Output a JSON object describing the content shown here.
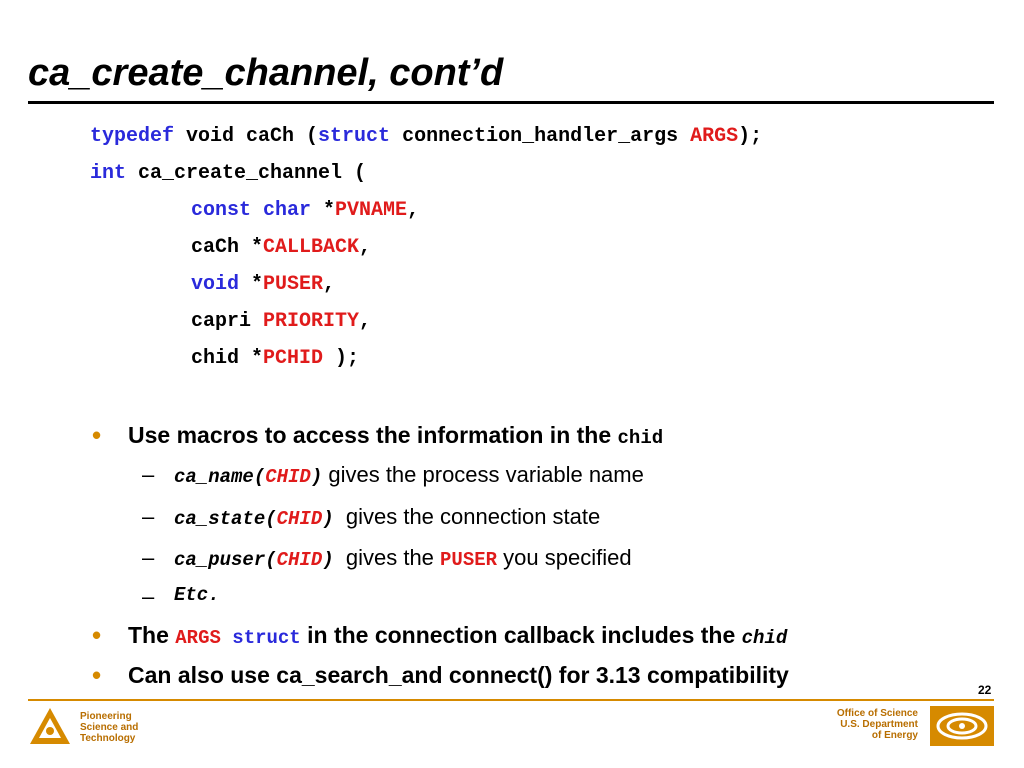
{
  "slide": {
    "title": "ca_create_channel, cont’d",
    "page_number": "22"
  },
  "code": {
    "l1": {
      "kw1": "typedef",
      "t1": " void caCh (",
      "kw2": "struct",
      "t2": " connection_handler_args ",
      "red": "ARGS",
      "t3": ");"
    },
    "l2": {
      "kw": "int",
      "t": " ca_create_channel ("
    },
    "l3": {
      "kw": "const char",
      "t1": " *",
      "red": "PVNAME",
      "t2": ","
    },
    "l4": {
      "t1": "caCh *",
      "red": "CALLBACK",
      "t2": ","
    },
    "l5": {
      "kw": "void",
      "t1": " *",
      "red": "PUSER",
      "t2": ","
    },
    "l6": {
      "t1": "capri ",
      "red": "PRIORITY",
      "t2": ","
    },
    "l7": {
      "t1": "chid *",
      "red": "PCHID",
      "t2": " );"
    }
  },
  "bullets": {
    "b1": {
      "text": "Use macros to access the information in the ",
      "mono": "chid"
    },
    "s1": {
      "fn": "ca_name(",
      "arg": "CHID",
      "close": ")",
      "text": " gives the process variable name"
    },
    "s2": {
      "fn": "ca_state(",
      "arg": "CHID",
      "close": ")",
      "text": "  gives the connection state"
    },
    "s3": {
      "fn": "ca_puser(",
      "arg": "CHID",
      "close": ")",
      "text1": "  gives the ",
      "red": "PUSER",
      "text2": " you specified"
    },
    "s4": {
      "text": "Etc."
    },
    "b2": {
      "t1": "The ",
      "red1": "ARGS",
      "kw": " struct",
      "t2": " in the connection callback includes the ",
      "mono": "chid"
    },
    "b3": {
      "text": "Can also use ca_search_and connect() for 3.13 compatibility"
    }
  },
  "footer": {
    "left_line1": "Pioneering",
    "left_line2": "Science and",
    "left_line3": "Technology",
    "right_line1": "Office of Science",
    "right_line2": "U.S. Department",
    "right_line3": "of Energy"
  },
  "colors": {
    "keyword": "#2a2adb",
    "identifier_red": "#e01b1b",
    "accent_gold": "#d68a00"
  },
  "icons": {
    "left_logo": "argonne-logo-icon",
    "right_logo": "doe-logo-icon",
    "bullet": "bullet-dot-icon"
  }
}
